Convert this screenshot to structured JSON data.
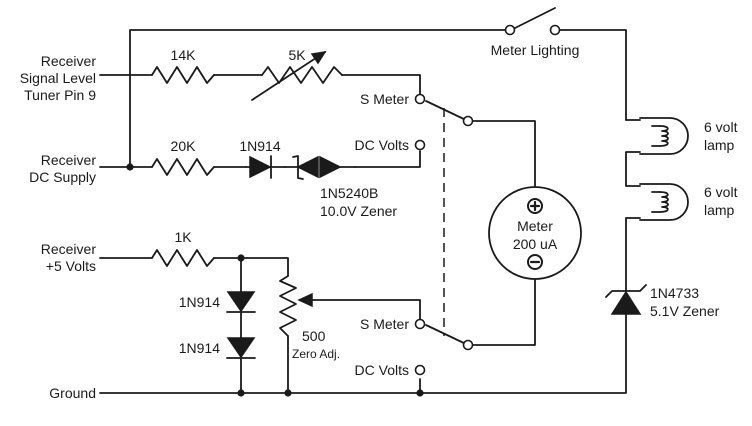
{
  "inputs": {
    "signal_level": [
      "Receiver",
      "Signal Level",
      "Tuner Pin 9"
    ],
    "dc_supply": [
      "Receiver",
      "DC Supply"
    ],
    "plus5": [
      "Receiver",
      "+5 Volts"
    ],
    "ground": "Ground"
  },
  "components": {
    "r14k": "14K",
    "r5k": "5K",
    "r20k": "20K",
    "d1n914_top": "1N914",
    "zener_top": [
      "1N5240B",
      "10.0V Zener"
    ],
    "r1k": "1K",
    "d1n914_a": "1N914",
    "d1n914_b": "1N914",
    "pot500": [
      "500",
      "Zero Adj."
    ],
    "meter": [
      "Meter",
      "200 uA"
    ],
    "lamp1": [
      "6 volt",
      "lamp"
    ],
    "lamp2": [
      "6 volt",
      "lamp"
    ],
    "zener_right": [
      "1N4733",
      "5.1V Zener"
    ]
  },
  "switch_labels": {
    "s_meter_top": "S Meter",
    "dc_volts_top": "DC Volts",
    "s_meter_bottom": "S Meter",
    "dc_volts_bottom": "DC Volts",
    "meter_lighting": "Meter Lighting"
  },
  "meter_polarity": {
    "plus": "+",
    "minus": "−"
  }
}
